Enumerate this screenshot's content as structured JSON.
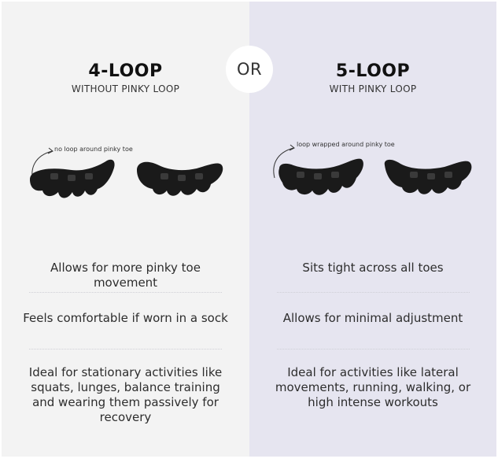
{
  "left": {
    "title": "4-LOOP",
    "subtitle": "WITHOUT PINKY LOOP",
    "note": "no loop around pinky toe",
    "benefits": [
      "Allows for more pinky toe movement",
      "Feels comfortable if worn in a sock",
      "Ideal for stationary activities like squats, lunges, balance training and wearing them passively for recovery"
    ]
  },
  "or_label": "OR",
  "right": {
    "title": "5-LOOP",
    "subtitle": "WITH PINKY LOOP",
    "note": "loop wrapped around pinky toe",
    "benefits": [
      "Sits tight across all toes",
      "Allows for minimal adjustment",
      "Ideal for activities like lateral movements, running, walking, or high intense workouts"
    ]
  },
  "colors": {
    "left_panel": "#f3f3f3",
    "right_panel": "#e6e5f0",
    "product": "#1a1a1a"
  },
  "icons": [
    "curved-arrow-icon"
  ]
}
